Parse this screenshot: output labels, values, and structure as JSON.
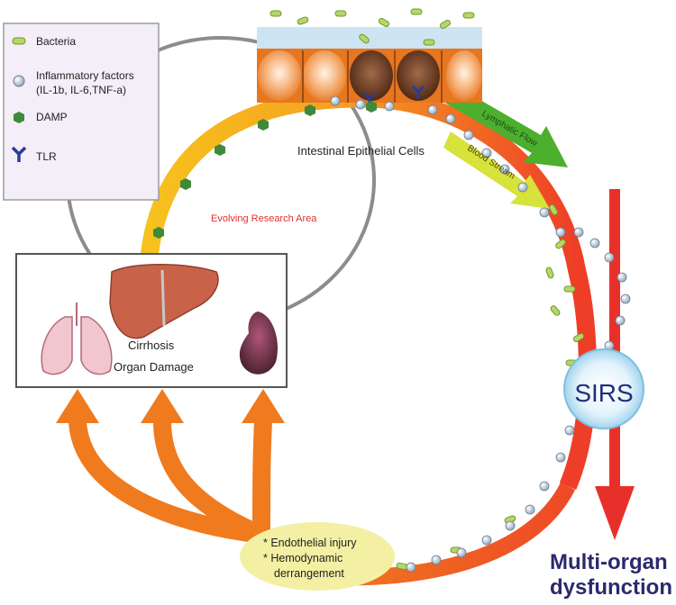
{
  "legend": {
    "bacteria": "Bacteria",
    "inflammatory_line1": "Inflammatory factors",
    "inflammatory_line2": "(IL-1b, IL-6,TNF-a)",
    "damp": "DAMP",
    "tlr": "TLR"
  },
  "labels": {
    "epithelial": "Intestinal Epithelial Cells",
    "lymphatic": "Lymphatic Flow",
    "blood": "Blood Stream",
    "research": "Evolving Research Area",
    "cirrhosis": "Cirrhosis",
    "organ_damage": "Organ Damage",
    "sirs": "SIRS",
    "multi_organ_line1": "Multi-organ",
    "multi_organ_line2": "dysfunction",
    "endo_line1": "* Endothelial injury",
    "endo_line2": "* Hemodynamic",
    "endo_line3": "derrangement"
  },
  "colors": {
    "red_arrow": "#e8302a",
    "orange_arrow": "#f07a1e",
    "yellow_band": "#f6c21e",
    "lymph_green": "#4caf2e",
    "blood_yellow": "#d7e23a",
    "sirs_blue": "#bfe3f5",
    "title_navy": "#2b2a6b",
    "research_red": "#e03030",
    "ellipse_yellow": "#f3f0a4",
    "legend_bg": "#f3eef7"
  }
}
